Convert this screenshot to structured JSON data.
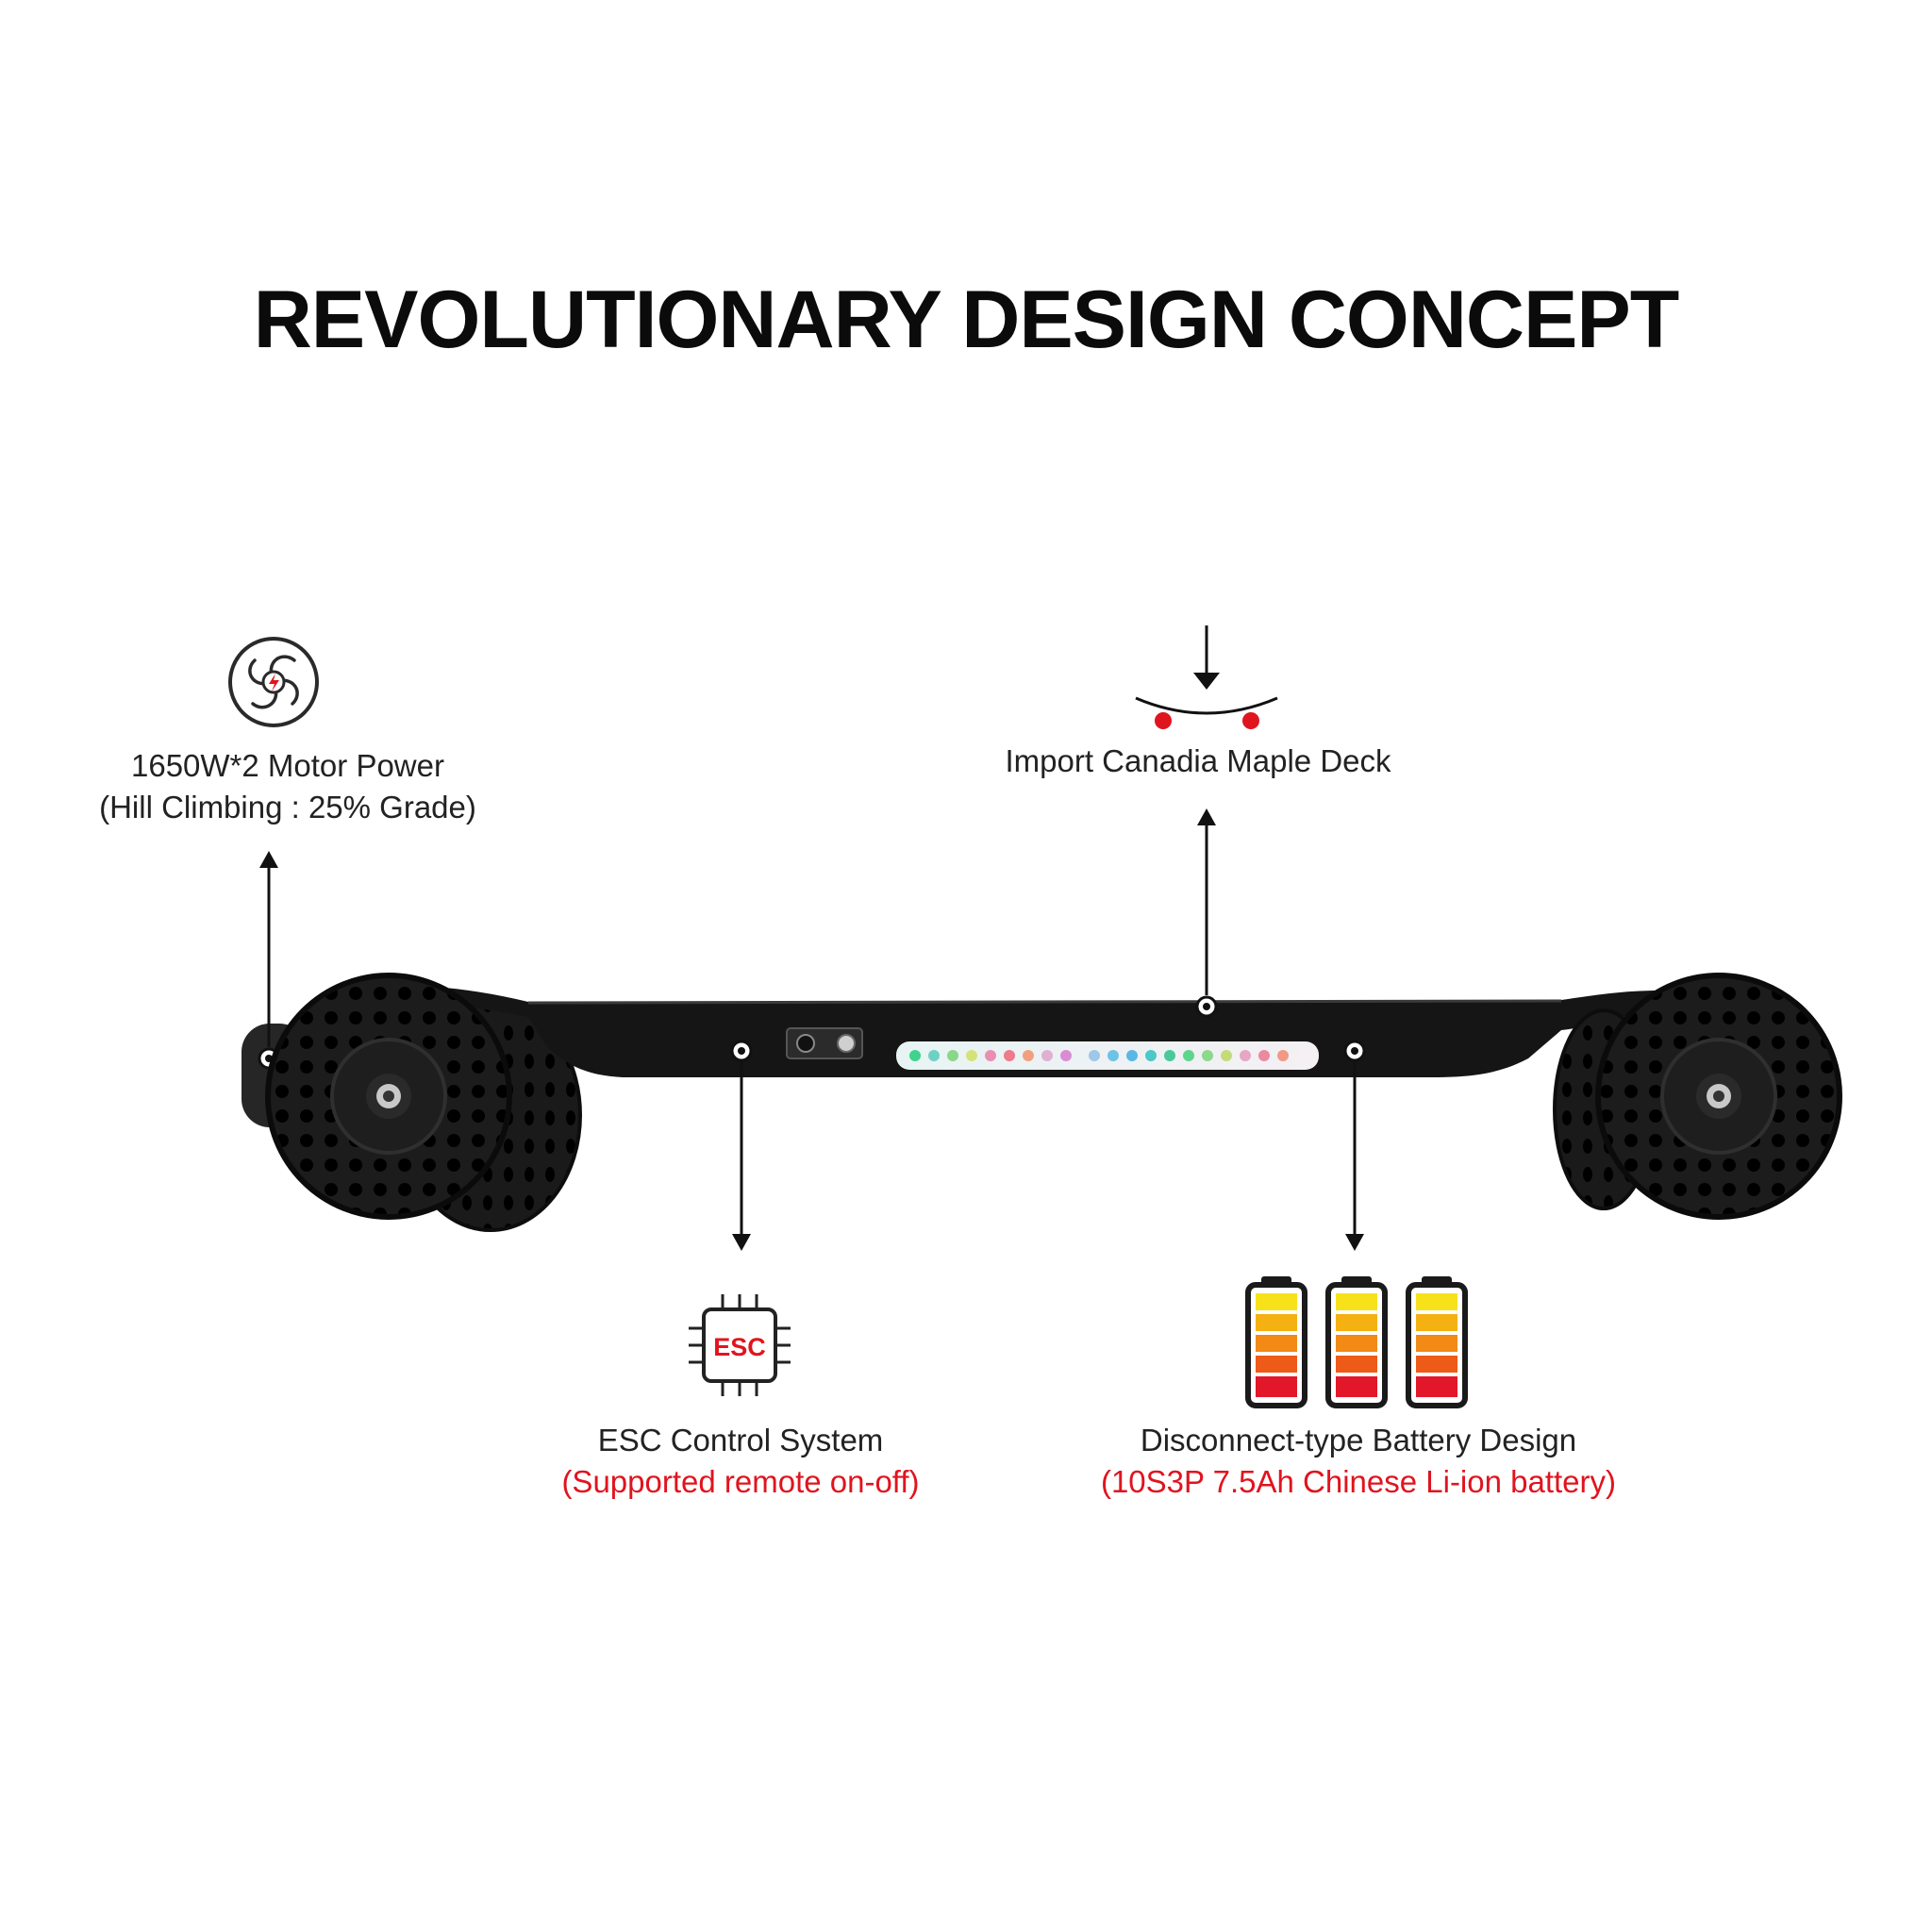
{
  "page": {
    "title": "REVOLUTIONARY DESIGN CONCEPT"
  },
  "features": {
    "motor": {
      "label": "1650W*2 Motor Power",
      "sub": "(Hill Climbing : 25% Grade)",
      "icon": "motor-fan-icon"
    },
    "deck": {
      "label": "Import Canadia Maple Deck",
      "icon": "flex-deck-icon"
    },
    "esc": {
      "label": "ESC Control System",
      "sub": "(Supported remote on-off)",
      "icon": "esc-chip-icon",
      "icon_text": "ESC"
    },
    "battery": {
      "label": "Disconnect-type Battery Design",
      "sub": "(10S3P 7.5Ah Chinese Li-ion battery)",
      "icon": "battery-icon"
    }
  },
  "colors": {
    "accent_red": "#e0141e",
    "text": "#222222",
    "board": "#141414"
  }
}
